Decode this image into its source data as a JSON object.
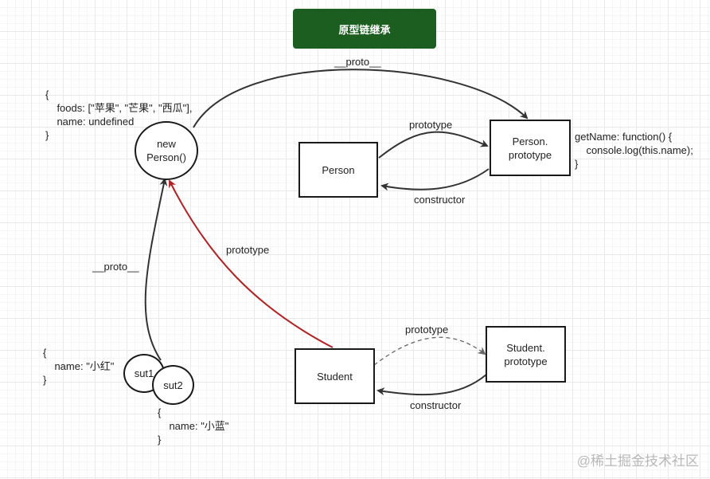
{
  "title": "原型链继承",
  "colors": {
    "title_fill": "#1b5e20",
    "inherit_arrow": "#b22222",
    "line": "#333333"
  },
  "nodes": {
    "person": "Person",
    "person_prototype": "Person.\nprototype",
    "new_person": "new\nPerson()",
    "student": "Student",
    "student_prototype": "Student.\nprototype",
    "sut1": "sut1",
    "sut2": "sut2"
  },
  "edge_labels": {
    "proto_top": "__proto__",
    "prototype_person": "prototype",
    "constructor_person": "constructor",
    "prototype_red": "prototype",
    "proto_left": "__proto__",
    "prototype_student": "prototype",
    "constructor_student": "constructor"
  },
  "code": {
    "new_person": [
      "{",
      "    foods: [\"苹果\", \"芒果\", \"西瓜\"],",
      "    name: undefined",
      "}"
    ],
    "person_prototype": [
      "getName: function() {",
      "    console.log(this.name);",
      "}"
    ],
    "sut1": [
      "{",
      "    name: \"小红\"",
      "}"
    ],
    "sut2": [
      "{",
      "    name: \"小蓝\"",
      "}"
    ]
  },
  "watermark": "@稀土掘金技术社区"
}
